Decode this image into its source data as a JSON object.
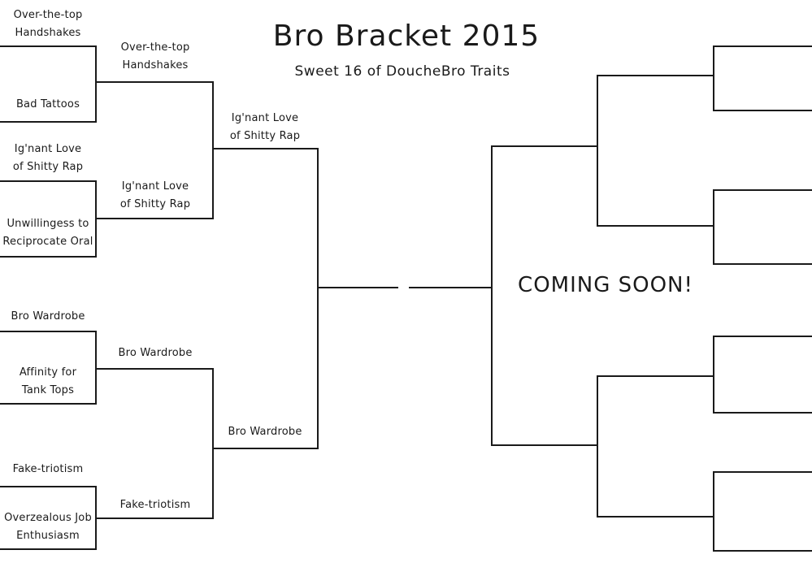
{
  "header": {
    "title": "Bro Bracket 2015",
    "subtitle": "Sweet 16 of DoucheBro Traits"
  },
  "placeholder": {
    "coming_soon": "COMING SOON!"
  },
  "left": {
    "round1": [
      "Over-the-top\nHandshakes",
      "Bad Tattoos",
      "Ig'nant Love\nof Shitty Rap",
      "Unwillingess to\nReciprocate Oral",
      "Bro Wardrobe",
      "Affinity for\nTank Tops",
      "Fake-triotism",
      "Overzealous Job\nEnthusiasm"
    ],
    "round2": [
      "Over-the-top\nHandshakes",
      "Ig'nant Love\nof Shitty Rap",
      "Bro Wardrobe",
      "Fake-triotism"
    ],
    "round3": [
      "Ig'nant Love\nof Shitty Rap",
      "Bro Wardrobe"
    ]
  },
  "colors": {
    "line": "#1a1a1a",
    "background": "#ffffff"
  }
}
